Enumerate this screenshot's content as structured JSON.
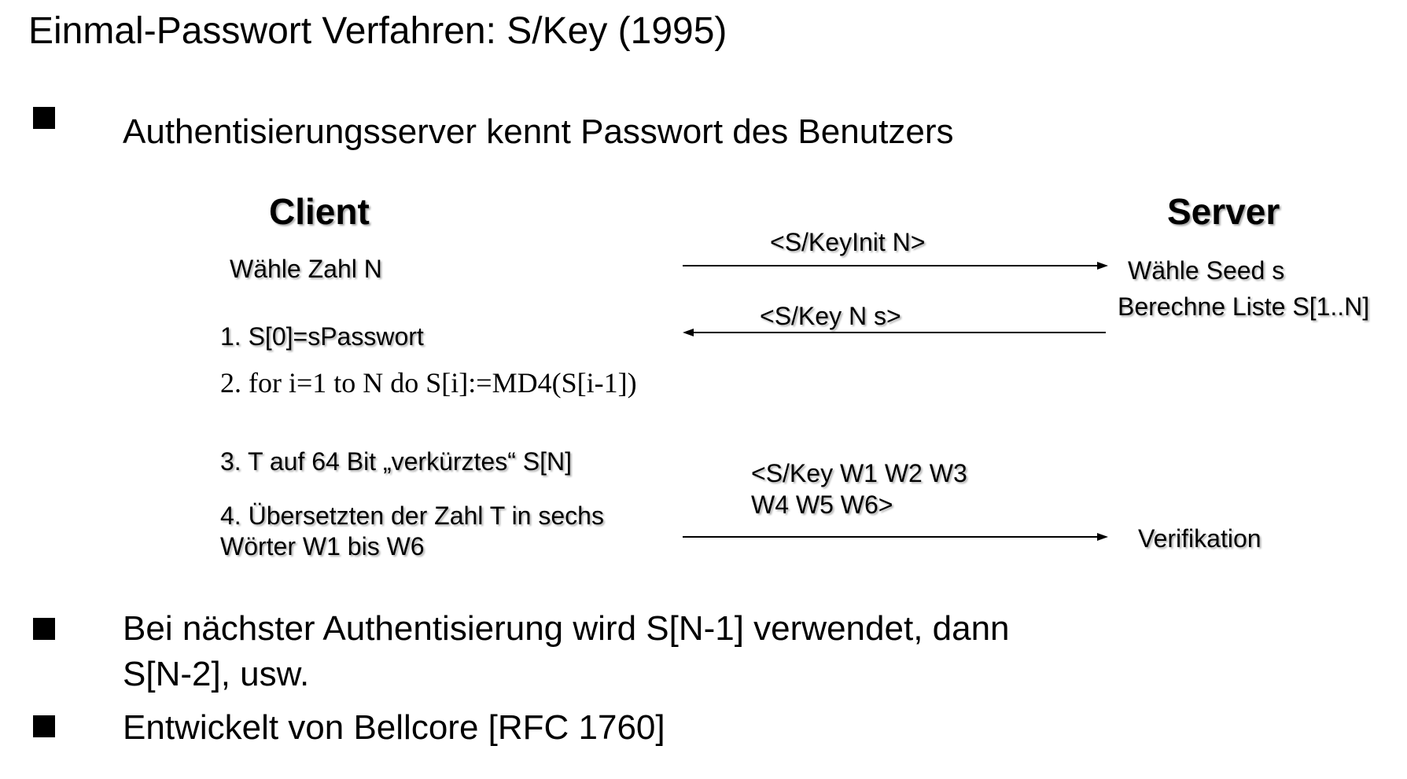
{
  "title": "Einmal-Passwort Verfahren: S/Key (1995)",
  "bullets": [
    {
      "text": "Authentisierungsserver kennt Passwort des Benutzers"
    },
    {
      "line1": "Bei nächster Authentisierung wird S[N-1] verwendet, dann",
      "line2": "S[N-2], usw."
    },
    {
      "text": "Entwickelt von Bellcore [RFC 1760]"
    }
  ],
  "diagram": {
    "client_heading": "Client",
    "server_heading": "Server",
    "client_steps": {
      "choose_n": "Wähle Zahl N",
      "step1": "1. S[0]=sPasswort",
      "step2": "2. for i=1 to N do S[i]:=MD4(S[i-1])",
      "step3": "3. T auf 64 Bit „verkürztes“ S[N]",
      "step4_line1": "4. Übersetzten der Zahl T in sechs",
      "step4_line2": "Wörter W1 bis W6"
    },
    "messages": {
      "msg1": "<S/KeyInit  N>",
      "msg2": "<S/Key  N   s>",
      "msg3_line1": "<S/Key  W1 W2 W3",
      "msg3_line2": "W4 W5 W6>"
    },
    "server_steps": {
      "choose_seed": "Wähle  Seed s",
      "compute_list": "Berechne Liste S[1..N]",
      "verify": "Verifikation"
    }
  }
}
